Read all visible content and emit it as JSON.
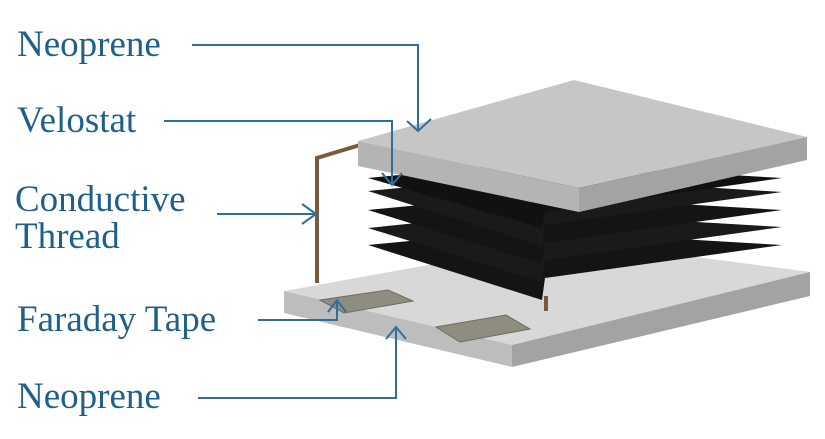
{
  "labels": {
    "neoprene_top": "Neoprene",
    "velostat": "Velostat",
    "conductive_thread_line1": "Conductive",
    "conductive_thread_line2": "Thread",
    "faraday_tape": "Faraday Tape",
    "neoprene_bottom": "Neoprene"
  },
  "colors": {
    "label_text": "#1f5f8b",
    "leader_line": "#2f6f9f",
    "neoprene_top": "#c6c6c6",
    "neoprene_side": "#a3a3a3",
    "neoprene_bottom_top": "#d8d8d8",
    "velostat": "#141414",
    "faraday_tape": "#8f8c80",
    "conductive_thread": "#7a5a3c"
  }
}
